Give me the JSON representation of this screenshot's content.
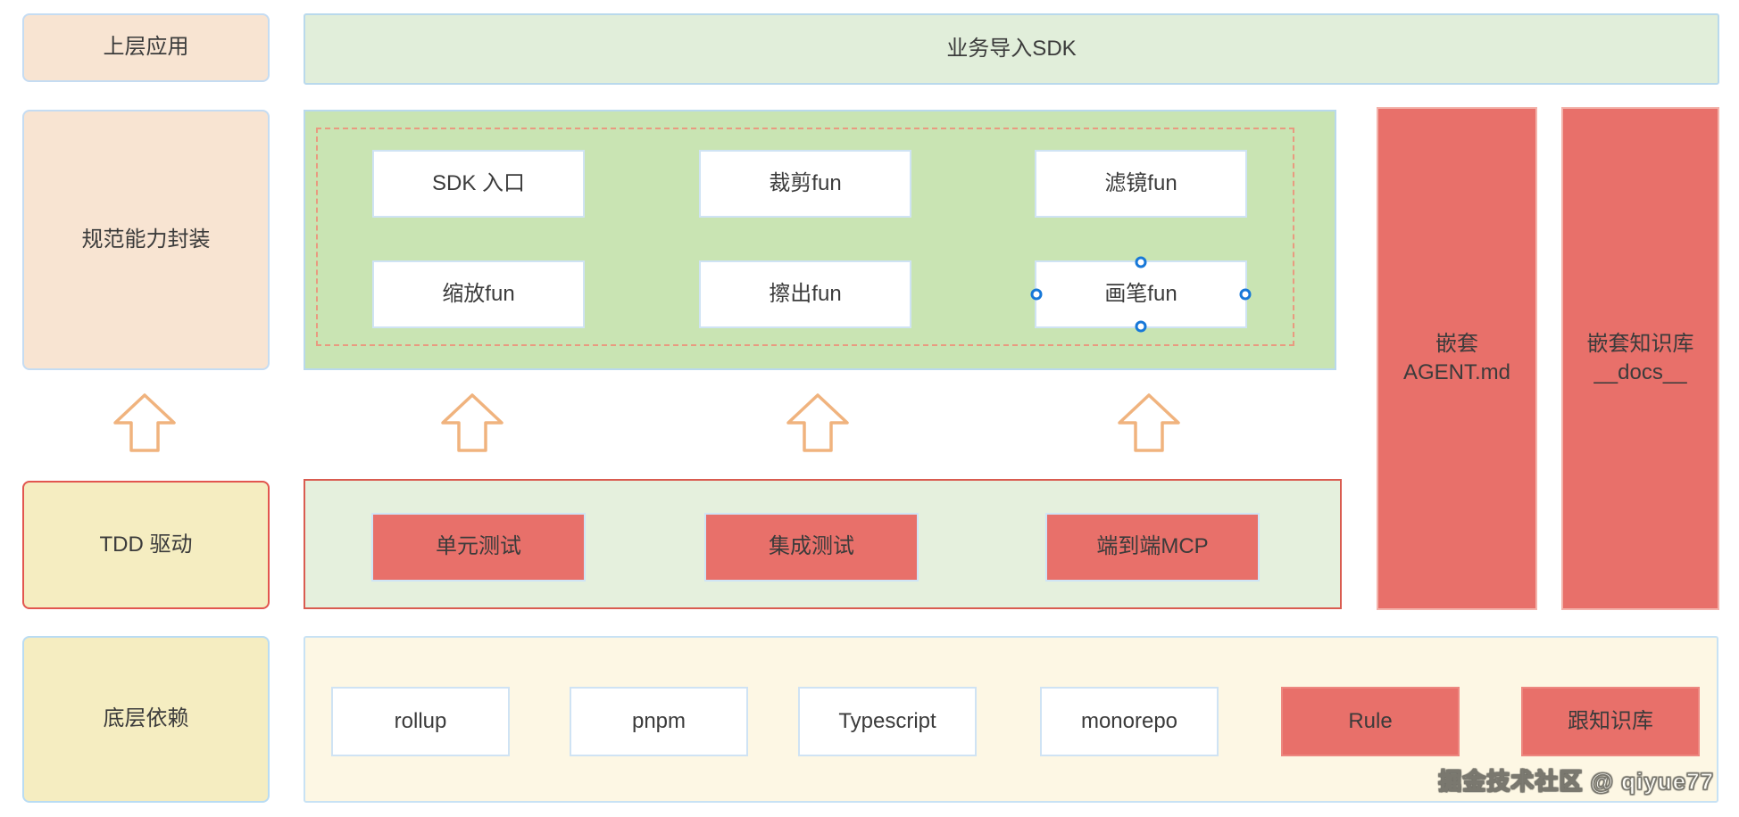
{
  "diagram": {
    "watermark": "掘金技术社区 @ qiyue77",
    "colors": {
      "peach_fill": "#f8e4d2",
      "light_blue_border": "#c5dcf2",
      "bar_green_fill": "#e1eeda",
      "panel_green_fill": "#c9e4b3",
      "dashed_border": "#e99a80",
      "test_panel_fill": "#e5f0dd",
      "red_border": "#d95c50",
      "yellow_fill": "#f5edc1",
      "cream_fill": "#fdf7e4",
      "red_fill": "#e8706a",
      "arrow_stroke": "#f0b37e",
      "selection_handle_blue": "#1778d8",
      "text": "#3b3b3b"
    },
    "left_column": {
      "top_app": "上层应用",
      "capability": "规范能力封装",
      "tdd": "TDD 驱动",
      "foundation": "底层依赖"
    },
    "sdk_bar": {
      "label": "业务导入SDK"
    },
    "module_panel": {
      "modules": [
        {
          "label": "SDK 入口",
          "selected": false
        },
        {
          "label": "裁剪fun",
          "selected": false
        },
        {
          "label": "滤镜fun",
          "selected": false
        },
        {
          "label": "缩放fun",
          "selected": false
        },
        {
          "label": "擦出fun",
          "selected": false
        },
        {
          "label": "画笔fun",
          "selected": true
        }
      ]
    },
    "side_columns": {
      "agent": {
        "line1": "嵌套",
        "line2": "AGENT.md"
      },
      "docs": {
        "line1": "嵌套知识库",
        "line2": "__docs__"
      }
    },
    "test_panel": {
      "tests": [
        {
          "label": "单元测试"
        },
        {
          "label": "集成测试"
        },
        {
          "label": "端到端MCP"
        }
      ]
    },
    "dependency_panel": {
      "deps": [
        {
          "label": "rollup",
          "style": "plain"
        },
        {
          "label": "pnpm",
          "style": "plain"
        },
        {
          "label": "Typescript",
          "style": "plain"
        },
        {
          "label": "monorepo",
          "style": "plain"
        },
        {
          "label": "Rule",
          "style": "red"
        },
        {
          "label": "跟知识库",
          "style": "red"
        }
      ]
    }
  }
}
